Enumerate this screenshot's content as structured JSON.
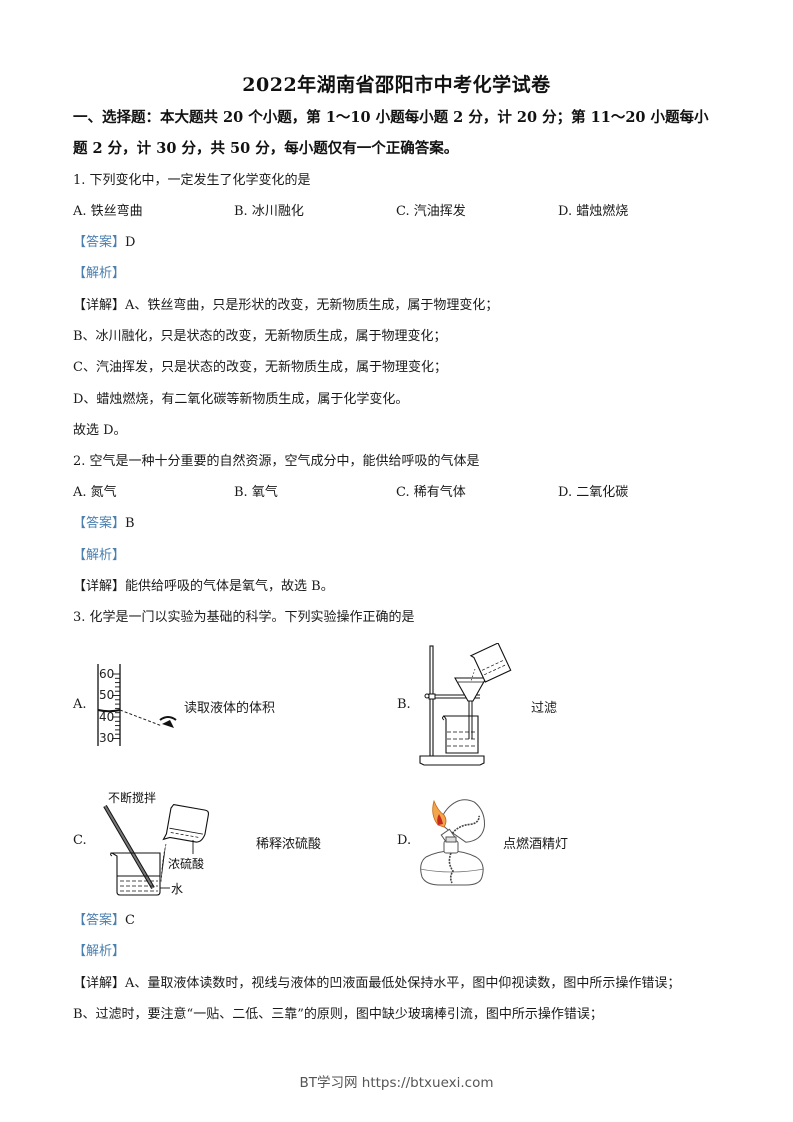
{
  "document": {
    "title": "2022年湖南省邵阳市中考化学试卷",
    "section_heading_line1": "一、选择题：本大题共 20 个小题，第 1～10 小题每小题 2 分，计 20 分；第 11～20 小题每小",
    "section_heading_line2": "题 2 分，计 30 分，共 50 分，每小题仅有一个正确答案。"
  },
  "labels": {
    "answer_tag": "【答案】",
    "analysis_tag": "【解析】",
    "detail_tag": "【详解】"
  },
  "questions": [
    {
      "stem": "1. 下列变化中，一定发生了化学变化的是",
      "options": [
        "A. 铁丝弯曲",
        "B. 冰川融化",
        "C. 汽油挥发",
        "D. 蜡烛燃烧"
      ],
      "answer": "D",
      "detail": [
        "A、铁丝弯曲，只是形状的改变，无新物质生成，属于物理变化；",
        "B、冰川融化，只是状态的改变，无新物质生成，属于物理变化；",
        "C、汽油挥发，只是状态的改变，无新物质生成，属于物理变化；",
        "D、蜡烛燃烧，有二氧化碳等新物质生成，属于化学变化。",
        "故选 D。"
      ]
    },
    {
      "stem": "2. 空气是一种十分重要的自然资源，空气成分中，能供给呼吸的气体是",
      "options": [
        "A. 氮气",
        "B. 氧气",
        "C. 稀有气体",
        "D. 二氧化碳"
      ],
      "answer": "B",
      "detail": [
        "能供给呼吸的气体是氧气，故选 B。"
      ]
    },
    {
      "stem": "3. 化学是一门以实验为基础的科学。下列实验操作正确的是",
      "figure_options": [
        {
          "letter": "A.",
          "caption": "读取液体的体积",
          "scale_ticks": [
            "60",
            "50",
            "40",
            "30"
          ]
        },
        {
          "letter": "B.",
          "caption": "过滤"
        },
        {
          "letter": "C.",
          "caption": "稀释浓硫酸",
          "annotations": [
            "不断搅拌",
            "浓硫酸",
            "水"
          ]
        },
        {
          "letter": "D.",
          "caption": "点燃酒精灯"
        }
      ],
      "answer": "C",
      "detail": [
        "A、量取液体读数时，视线与液体的凹液面最低处保持水平，图中仰视读数，图中所示操作错误；",
        "B、过滤时，要注意“一贴、二低、三靠”的原则，图中缺少玻璃棒引流，图中所示操作错误；"
      ]
    }
  ],
  "footer": {
    "watermark": "BT学习网 https://btxuexi.com"
  },
  "colors": {
    "tag_blue": "#4a7fae",
    "text": "#1a1a1a",
    "footer_gray": "#555555"
  }
}
